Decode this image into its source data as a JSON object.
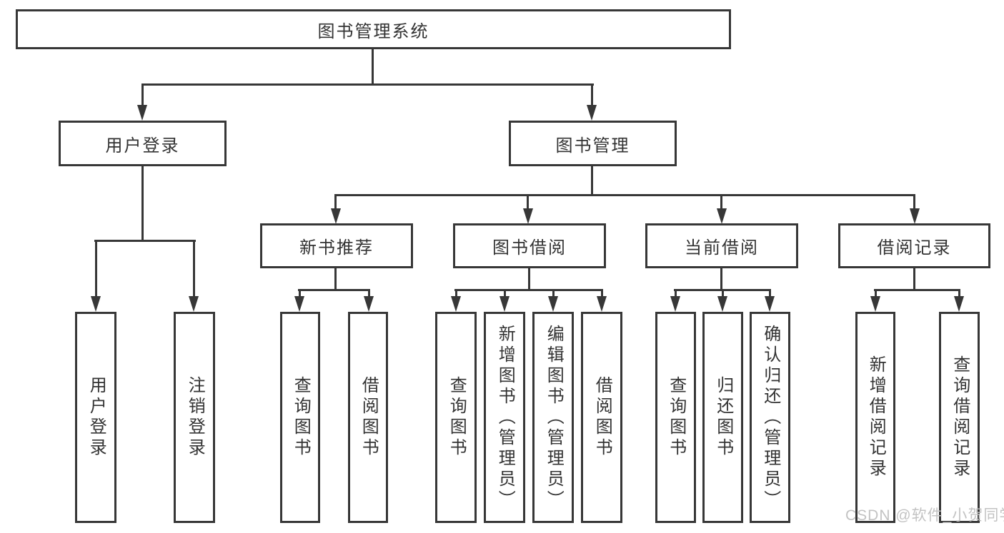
{
  "diagram": {
    "root": {
      "label": "图书管理系统"
    },
    "level2": [
      {
        "label": "用户登录"
      },
      {
        "label": "图书管理"
      }
    ],
    "level3": [
      {
        "label": "新书推荐"
      },
      {
        "label": "图书借阅"
      },
      {
        "label": "当前借阅"
      },
      {
        "label": "借阅记录"
      }
    ],
    "leaves": {
      "user_login": [
        "用户登录",
        "注销登录"
      ],
      "new_books": [
        "查询图书",
        "借阅图书"
      ],
      "book_borrow": [
        "查询图书",
        "新增图书（管理员）",
        "编辑图书（管理员）",
        "借阅图书"
      ],
      "current_borrow": [
        "查询图书",
        "归还图书",
        "确认归还（管理员）"
      ],
      "borrow_records": [
        "新增借阅记录",
        "查询借阅记录"
      ]
    }
  },
  "watermark": {
    "text": "CSDN @软件_小贺同学"
  },
  "colors": {
    "line": "#373737",
    "text": "#333333",
    "watermark": "#c3c3c3",
    "background": "#ffffff"
  }
}
